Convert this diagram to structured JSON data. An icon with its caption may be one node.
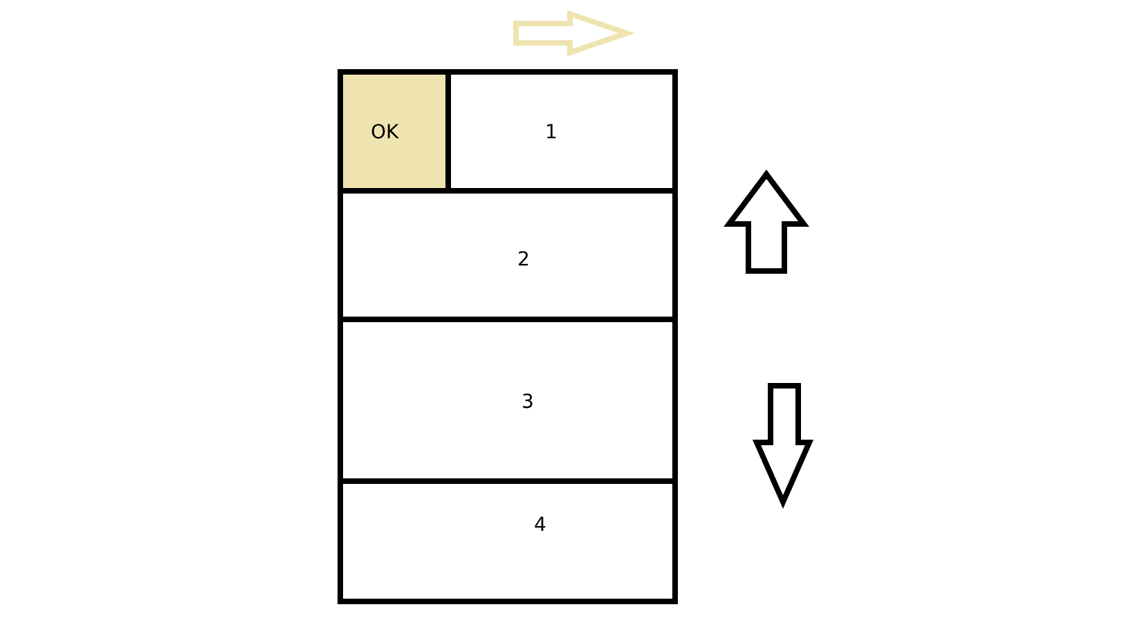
{
  "diagram": {
    "nodes": [
      {
        "text": [
          "OK"
        ]
      },
      {
        "text": [
          "1"
        ]
      },
      {
        "text": [
          "2"
        ]
      },
      {
        "text": [
          "3"
        ]
      },
      {
        "text": [
          "4"
        ]
      }
    ],
    "edges": []
  }
}
